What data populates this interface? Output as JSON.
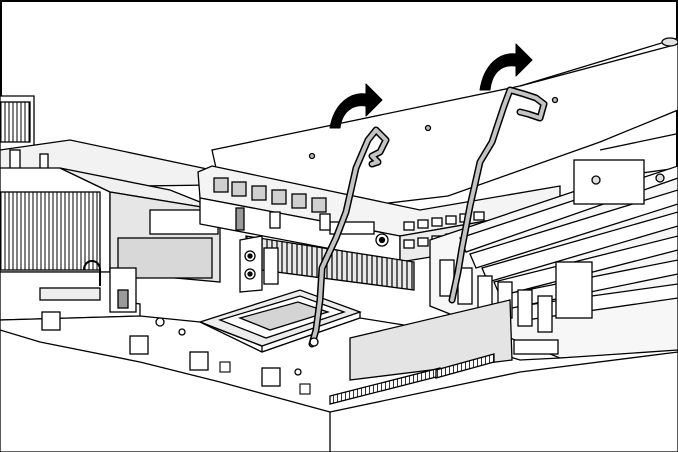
{
  "figure": {
    "kind": "technical line illustration",
    "labels": [],
    "callouts": [],
    "colors": {
      "line": "#000000",
      "background": "#ffffff",
      "shade_light": "#efefef",
      "shade_mid": "#d6d6d6",
      "shade_dark": "#9a9a9a",
      "lever": "#c4c4c4"
    },
    "arrows": [
      {
        "name": "lift-arrow-left",
        "direction": "clockwise"
      },
      {
        "name": "lift-arrow-right",
        "direction": "clockwise"
      }
    ]
  }
}
